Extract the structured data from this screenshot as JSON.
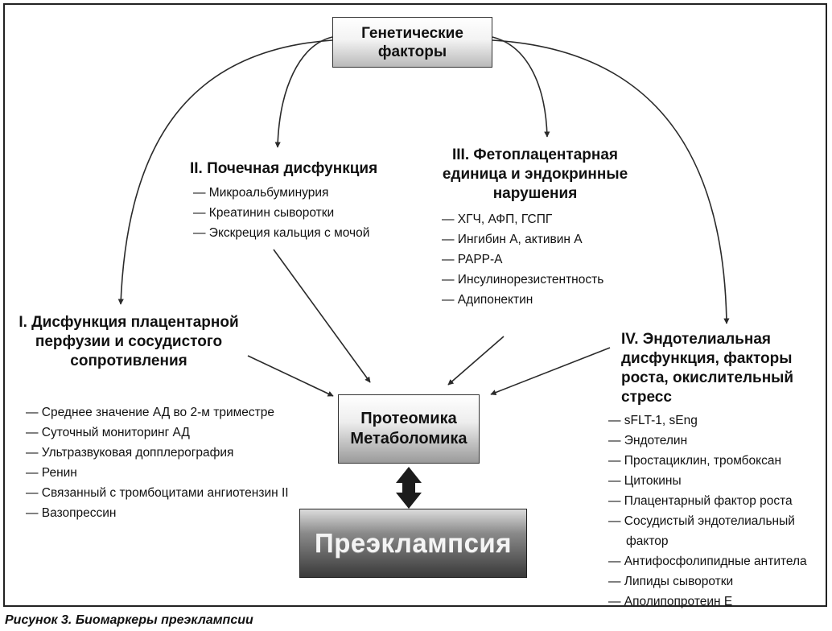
{
  "boxes": {
    "genetic": "Генетические факторы",
    "proteomics": "Протеомика Метаболомика",
    "preeclampsia": "Преэклампсия"
  },
  "sections": [
    {
      "title": "I. Дисфункция плацентарной перфузии и сосудистого сопротивления",
      "items": [
        "— Среднее значение АД во 2-м триместре",
        "— Суточный мониторинг АД",
        "— Ультразвуковая допплерография",
        "— Ренин",
        "— Связанный с тромбоцитами ангиотензин II",
        "— Вазопрессин"
      ]
    },
    {
      "title": "II. Почечная дисфункция",
      "items": [
        "— Микроальбуминурия",
        "— Креатинин сыворотки",
        "— Экскреция кальция с мочой"
      ]
    },
    {
      "title": "III. Фетоплацентарная единица и эндокринные нарушения",
      "items": [
        "— ХГЧ, АФП, ГСПГ",
        "— Ингибин А, активин А",
        "— PAPP-A",
        "— Инсулинорезистентность",
        "— Адипонектин"
      ]
    },
    {
      "title": "IV. Эндотелиальная дисфункция, факторы роста, окислительный стресс",
      "items": [
        "— sFLT-1, sEng",
        "— Эндотелин",
        "— Простациклин, тромбоксан",
        "— Цитокины",
        "— Плацентарный фактор роста",
        "— Сосудистый эндотелиальный",
        "фактор",
        "— Антифосфолипидные антитела",
        "— Липиды сыворотки",
        "— Аполипопротеин Е"
      ]
    }
  ],
  "caption": "Рисунок 3. Биомаркеры преэклампсии",
  "colors": {
    "arrow": "#2a2a2a",
    "frame": "#222222",
    "preeclampsia_text": "#f4f4f4"
  }
}
